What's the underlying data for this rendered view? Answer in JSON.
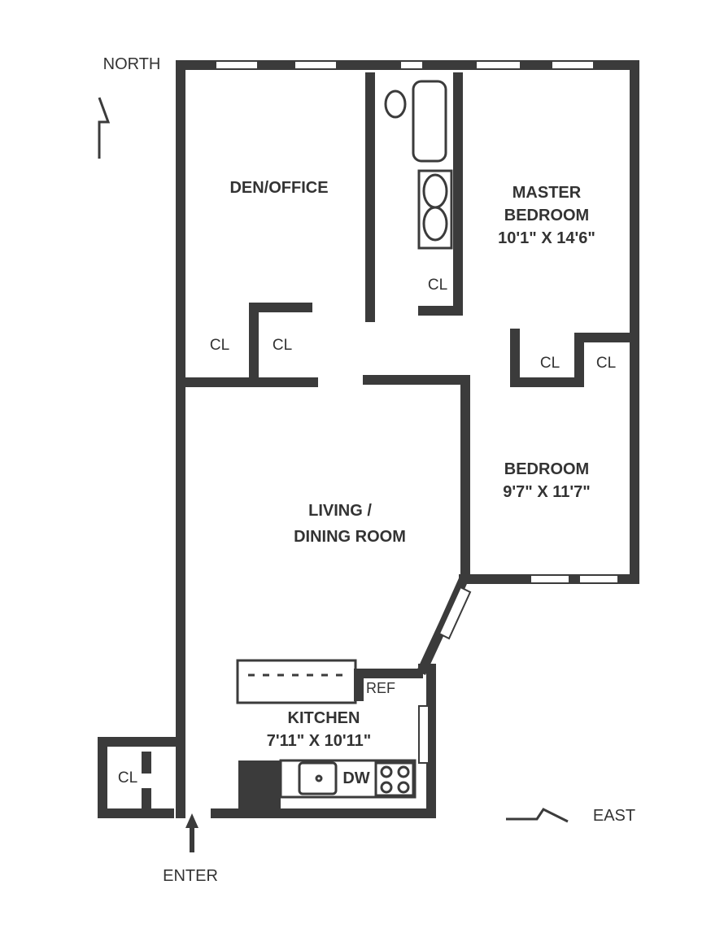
{
  "compass": {
    "north": "NORTH",
    "east": "EAST"
  },
  "entry": {
    "label": "ENTER"
  },
  "rooms": {
    "den": {
      "name": "DEN/OFFICE"
    },
    "master": {
      "name_line1": "MASTER",
      "name_line2": "BEDROOM",
      "size": "10'1\" X 14'6\""
    },
    "bedroom": {
      "name": "BEDROOM",
      "size": "9'7\" X 11'7\""
    },
    "living": {
      "name_line1": "LIVING /",
      "name_line2": "DINING ROOM"
    },
    "kitchen": {
      "name": "KITCHEN",
      "size": "7'11\" X 10'11\""
    }
  },
  "closets": {
    "label": "CL"
  },
  "appliances": {
    "fridge": "REF",
    "dishwasher": "DW"
  }
}
